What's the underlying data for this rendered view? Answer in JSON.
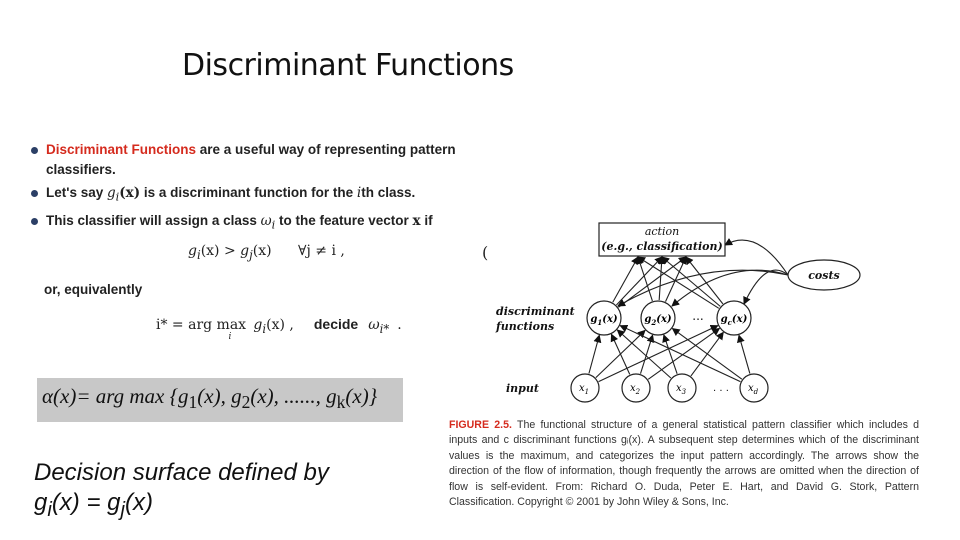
{
  "slide": {
    "title": "Discriminant Functions"
  },
  "bullets": {
    "b1_red": "Discriminant Functions",
    "b1_text": " are a useful way of representing pattern classifiers.",
    "b2_a": "Let's say ",
    "b2_math": "g",
    "b2_sub": "i",
    "b2_arg": "(x)",
    "b2_b": " is a discriminant function for the ",
    "b2_i": "i",
    "b2_c": "th class.",
    "b3_a": "This classifier will assign a class ",
    "b3_math": "ω",
    "b3_sub": "i",
    "b3_b": " to the feature vector ",
    "b3_x": "x",
    "b3_c": " if"
  },
  "eq1": {
    "lhs_g": "g",
    "lhs_sub": "i",
    "lhs_arg": "(x) > ",
    "rhs_g": "g",
    "rhs_sub": "j",
    "rhs_arg": "(x)",
    "forall": "∀j ≠ i ,",
    "paren": "("
  },
  "equivalently": "or, equivalently",
  "eq2": {
    "lhs": "i* = arg max ",
    "max_sub": "i",
    "g": "g",
    "g_sub": "i",
    "g_arg": "(x) ,",
    "decide": "decide",
    "omega": "ω",
    "omega_sub": "i*",
    "end": "."
  },
  "formula": {
    "text_a": "α(x)= arg max {g",
    "s1": "1",
    "text_b": "(x), g",
    "s2": "2",
    "text_c": "(x), ......, g",
    "sk": "k",
    "text_d": "(x)}"
  },
  "decision": {
    "line1": "Decision surface defined by",
    "l2_a": "g",
    "l2_i": "i",
    "l2_b": "(x) = g",
    "l2_j": "j",
    "l2_c": "(x)"
  },
  "diagram": {
    "action_line1": "action",
    "action_line2": "(e.g., classification)",
    "costs": "costs",
    "discriminant_label1": "discriminant",
    "discriminant_label2": "functions",
    "input_label": "input",
    "g_nodes": [
      {
        "base": "g",
        "sub": "1",
        "arg": "(x)"
      },
      {
        "base": "g",
        "sub": "2",
        "arg": "(x)"
      },
      {
        "base": "g",
        "sub": "c",
        "arg": "(x)"
      }
    ],
    "x_nodes": [
      {
        "base": "x",
        "sub": "1"
      },
      {
        "base": "x",
        "sub": "2"
      },
      {
        "base": "x",
        "sub": "3"
      },
      {
        "base": "x",
        "sub": "d"
      }
    ],
    "dots_g": "...",
    "dots_x": ". . ."
  },
  "caption": {
    "fig_label": "FIGURE 2.5.",
    "text": " The functional structure of a general statistical pattern classifier which includes d inputs and c discriminant functions gᵢ(x). A subsequent step determines which of the discriminant values is the maximum, and categorizes the input pattern accordingly. The arrows show the direction of the flow of information, though frequently the arrows are omitted when the direction of flow is self-evident. From: Richard O. Duda, Peter E. Hart, and David G. Stork, Pattern Classification. Copyright © 2001 by John Wiley & Sons, Inc."
  },
  "colors": {
    "accent_red": "#d52b1e",
    "bullet_dot": "#2b3f66",
    "formula_bg": "#c8c8c8"
  }
}
